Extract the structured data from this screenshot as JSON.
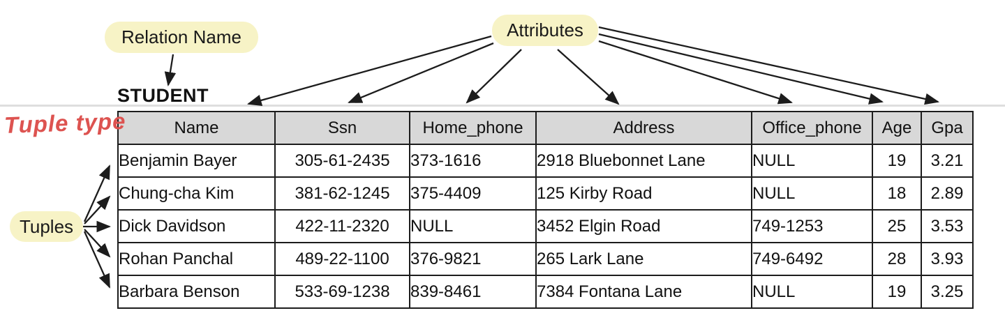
{
  "diagram": {
    "relation_name_label": "Relation Name",
    "attributes_label": "Attributes",
    "tuples_label": "Tuples",
    "tuple_type_label": "Tuple type",
    "relation_title": "STUDENT"
  },
  "colors": {
    "callout_pill_yellow": "#f7f3c6",
    "header_gray": "#d8d8d8",
    "annotation_red": "#dd5350",
    "line_black": "#1c1c1c"
  },
  "table": {
    "headers": [
      "Name",
      "Ssn",
      "Home_phone",
      "Address",
      "Office_phone",
      "Age",
      "Gpa"
    ],
    "rows": [
      [
        "Benjamin Bayer",
        "305-61-2435",
        "373-1616",
        "2918 Bluebonnet Lane",
        "NULL",
        "19",
        "3.21"
      ],
      [
        "Chung-cha Kim",
        "381-62-1245",
        "375-4409",
        "125 Kirby Road",
        "NULL",
        "18",
        "2.89"
      ],
      [
        "Dick Davidson",
        "422-11-2320",
        "NULL",
        "3452 Elgin Road",
        "749-1253",
        "25",
        "3.53"
      ],
      [
        "Rohan Panchal",
        "489-22-1100",
        "376-9821",
        "265 Lark Lane",
        "749-6492",
        "28",
        "3.93"
      ],
      [
        "Barbara Benson",
        "533-69-1238",
        "839-8461",
        "7384 Fontana Lane",
        "NULL",
        "19",
        "3.25"
      ]
    ]
  }
}
